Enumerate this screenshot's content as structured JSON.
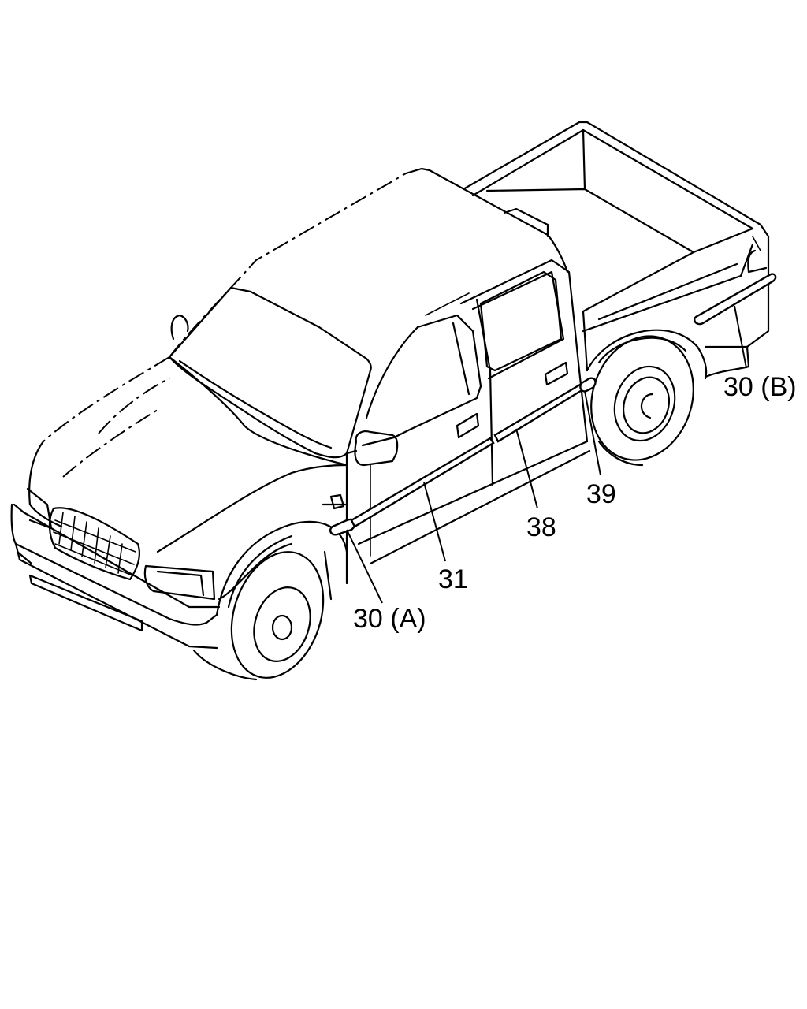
{
  "diagram": {
    "callouts": {
      "part_30a": "30 (A)",
      "part_31": "31",
      "part_38": "38",
      "part_39": "39",
      "part_30b": "30 (B)"
    }
  }
}
